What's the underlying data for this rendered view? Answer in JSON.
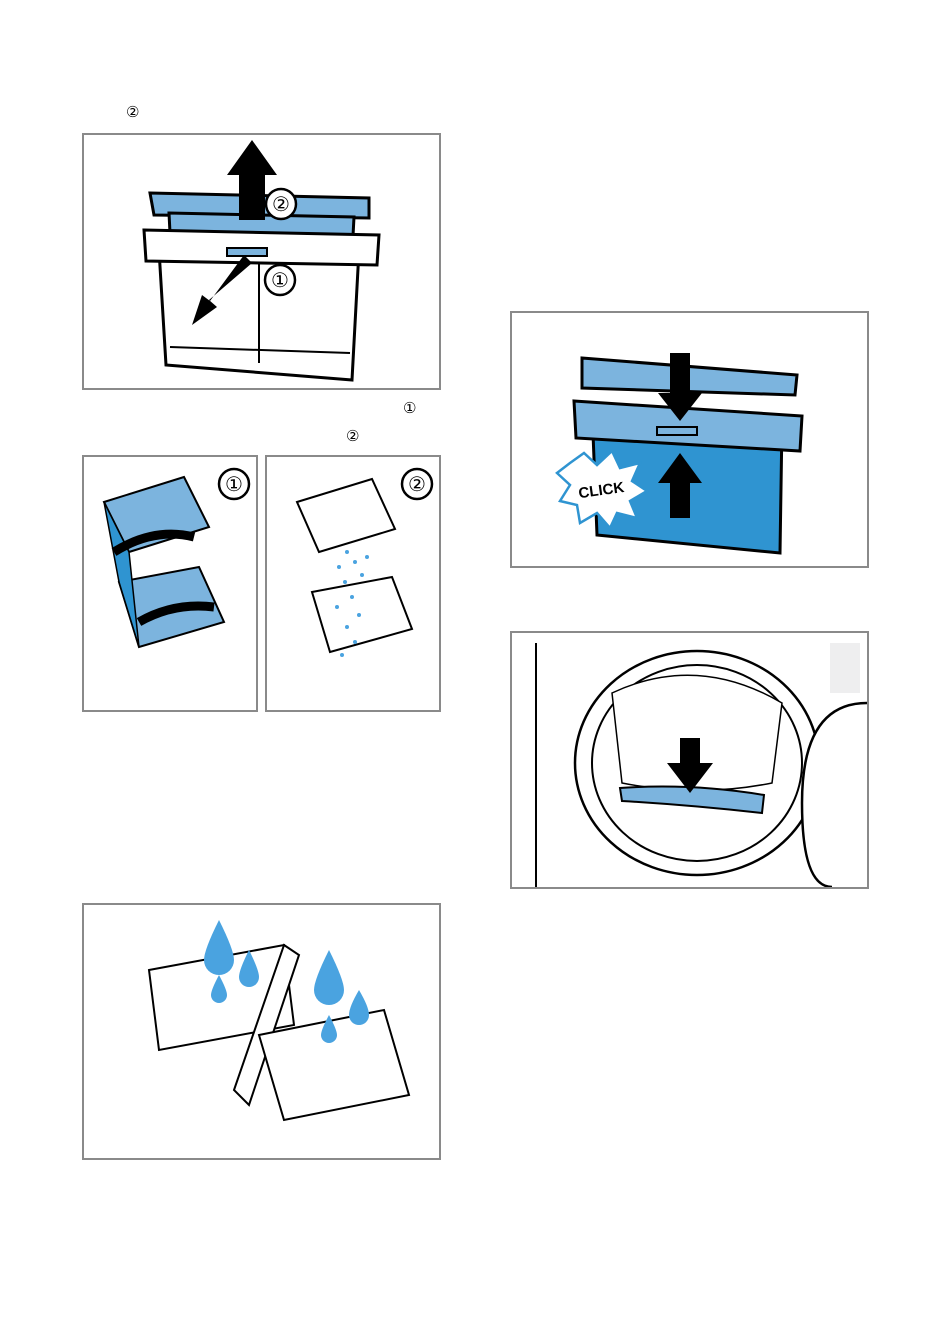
{
  "page": {
    "markers": {
      "step_two_top": "②",
      "step_one_right": "①",
      "step_two_right": "②"
    }
  },
  "figures": {
    "remove_filter": {
      "labels": [
        "②",
        "①"
      ]
    },
    "open_and_clean": {
      "labels": [
        "①",
        "②"
      ]
    },
    "rinse_filter": {
      "labels": []
    },
    "reinsert_filter": {
      "labels": [
        "CLICK"
      ]
    },
    "insert_in_door": {
      "labels": []
    }
  },
  "colors": {
    "filter_blue_light": "#7cb4de",
    "filter_blue_dark": "#2f94d1",
    "frame_border": "#8a8a8a",
    "water_drop": "#4aa3e0"
  }
}
